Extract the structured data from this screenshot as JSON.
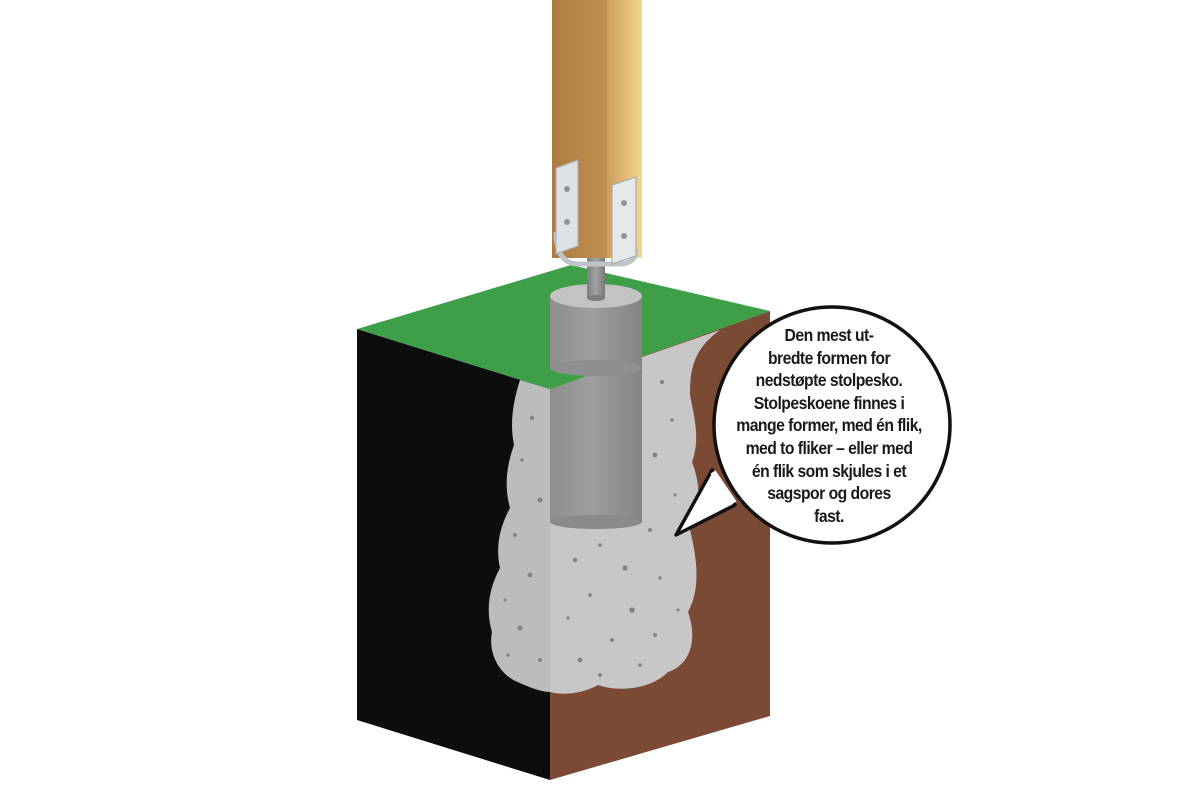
{
  "callout": {
    "lines": [
      "Den mest ut-",
      "bredte formen for",
      "nedstøpte stolpesko.",
      "Stolpeskoene finnes i",
      "mange former, med én flik,",
      "med to fliker – eller med",
      "én flik som skjules i et",
      "sagspor og dores",
      "fast."
    ]
  },
  "colors": {
    "grass": "#3f9f49",
    "soil_front": "#0d0d0d",
    "soil_side": "#7a4a35",
    "concrete": "#c9c9c9",
    "post_light": "#f6d790",
    "post_shade": "#b17f45",
    "bracket": "#e3e6e8"
  }
}
